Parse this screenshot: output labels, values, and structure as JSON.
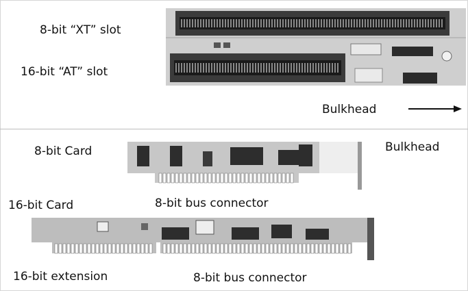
{
  "top_panel": {
    "xt_slot_label": "8-bit “XT” slot",
    "at_slot_label": "16-bit “AT” slot",
    "bulkhead_label": "Bulkhead"
  },
  "bottom_panel": {
    "card8_label": "8-bit Card",
    "card8_bulkhead_label": "Bulkhead",
    "card8_connector_label": "8-bit bus connector",
    "card16_label": "16-bit Card",
    "extension_label": "16-bit extension",
    "card16_connector_label": "8-bit bus connector"
  }
}
